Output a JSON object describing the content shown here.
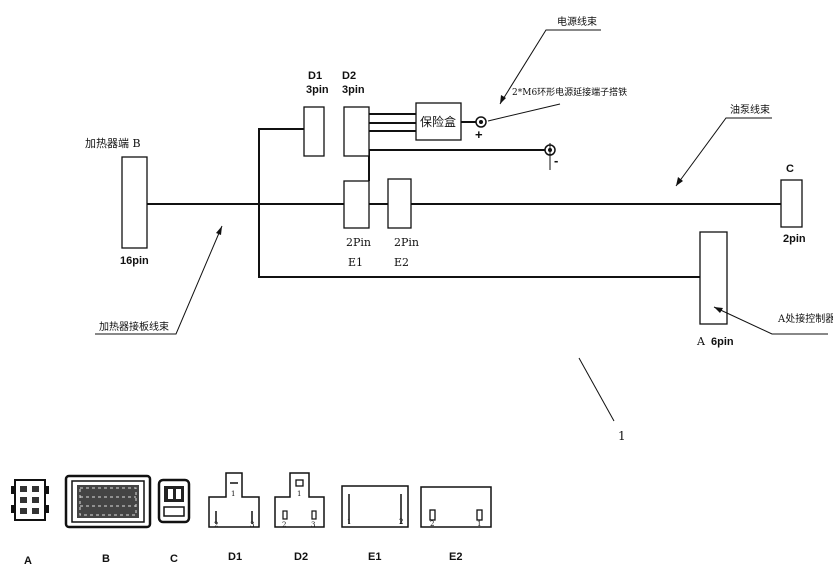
{
  "labels": {
    "heater_end_b": "加热器端 B",
    "heater_board_harness": "加热器接板线束",
    "power_harness": "电源线束",
    "ring_terminal_note": "2*M6环形电源延接端子搭铁",
    "pump_harness": "油泵线束",
    "controller_note": "A处接控制器",
    "fuse_box": "保险盒",
    "d1_name": "D1",
    "d1_pins": "3pin",
    "d2_name": "D2",
    "d2_pins": "3pin",
    "b_pins": "16pin",
    "c_name": "C",
    "c_pins": "2pin",
    "e1_pins": "2Pin",
    "e1_name": "E1",
    "e2_pins": "2Pin",
    "e2_name": "E2",
    "a_name": "A",
    "a_pins": "6pin",
    "plus": "+",
    "minus": "-",
    "ref_number": "1"
  },
  "legend": {
    "a": "A",
    "b": "B",
    "c": "C",
    "d1": "D1",
    "d2": "D2",
    "e1": "E1",
    "e2": "E2",
    "d1_pin_top": "1",
    "d2_pin_top": "1",
    "pin2": "2",
    "pin3": "3",
    "pin1": "1"
  }
}
